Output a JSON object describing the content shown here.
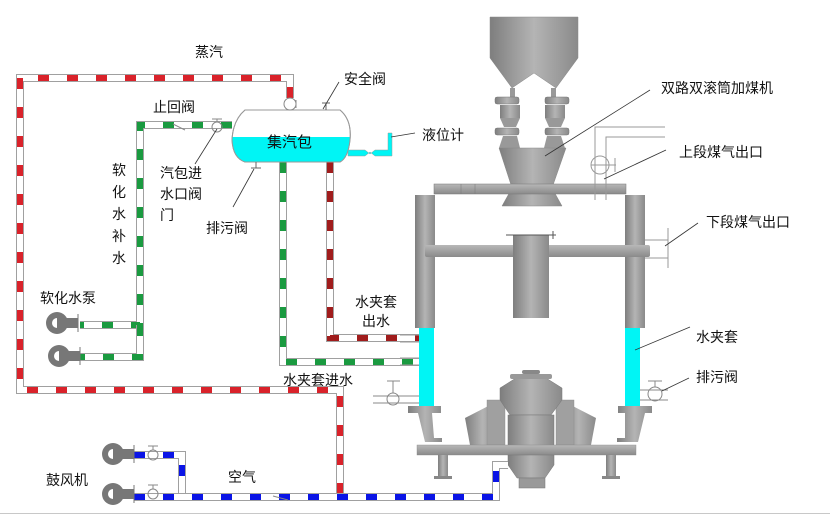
{
  "title": "两段式煤气发生炉工艺流程图",
  "colors": {
    "steam": "#d9222a",
    "jacket_out": "#a01c1c",
    "soft_water": "#1a9a40",
    "air": "#0a14e6",
    "water_fill": "#00f5f5",
    "equipment": "#9a9a9a",
    "pipe_outline": "#a0a0a0"
  },
  "labels": {
    "steam": "蒸汽",
    "safety_valve": "安全阀",
    "check_valve": "止回阀",
    "steam_drum": "集汽包",
    "level_gauge": "液位计",
    "drum_inlet_valve": "汽包进\n水口阀\n门",
    "drum_blowdown_valve": "排污阀",
    "soft_water_makeup": "软化水补水",
    "soft_water_pump": "软化水泵",
    "jacket_outlet": "水夹套\n出水",
    "jacket_inlet": "水夹套进水",
    "blower": "鼓风机",
    "air": "空气",
    "coal_feeder": "双路双滚筒加煤机",
    "upper_gas_outlet": "上段煤气出口",
    "lower_gas_outlet": "下段煤气出口",
    "water_jacket": "水夹套",
    "jacket_blowdown_valve": "排污阀"
  }
}
